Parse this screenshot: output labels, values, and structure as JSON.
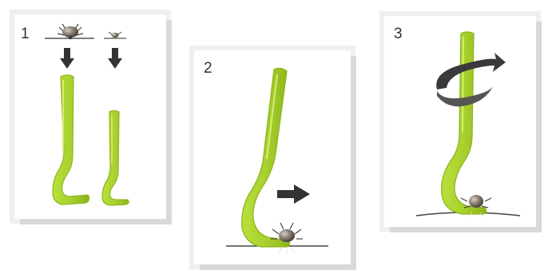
{
  "steps": [
    {
      "number": "1"
    },
    {
      "number": "2"
    },
    {
      "number": "3"
    }
  ],
  "colors": {
    "tool_fill": "#a8d12e",
    "tool_highlight": "#d2ec6e",
    "tool_outline": "#8fb51c",
    "arrow": "#333333",
    "tick": "#4a4540",
    "skin_line": "#444444"
  }
}
